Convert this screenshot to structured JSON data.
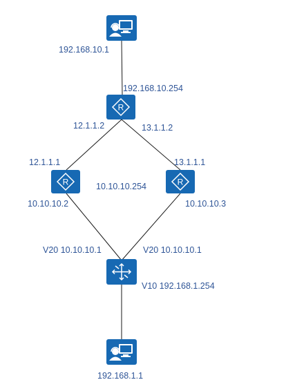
{
  "nodes": {
    "pc_top": {
      "icon": "pc-user-icon"
    },
    "router_top": {
      "icon": "router-icon"
    },
    "router_left": {
      "icon": "router-icon"
    },
    "router_right": {
      "icon": "router-icon"
    },
    "switch": {
      "icon": "l3-switch-icon"
    },
    "pc_bottom": {
      "icon": "pc-user-icon"
    }
  },
  "labels": {
    "pc_top_ip": "192.168.10.1",
    "router_top_lan": "192.168.10.254",
    "router_top_left": "12.1.1.2",
    "router_top_right": "13.1.1.2",
    "router_left_up": "12.1.1.1",
    "router_right_up": "13.1.1.1",
    "vip": "10.10.10.254",
    "router_left_down": "10.10.10.2",
    "router_right_down": "10.10.10.3",
    "switch_left": "V20 10.10.10.1",
    "switch_right": "V20 10.10.10.1",
    "switch_down": "V10 192.168.1.254",
    "pc_bottom_ip": "192.168.1.1"
  },
  "colors": {
    "node": "#1769b3",
    "label": "#2f5597",
    "link": "#1a1a1a"
  }
}
